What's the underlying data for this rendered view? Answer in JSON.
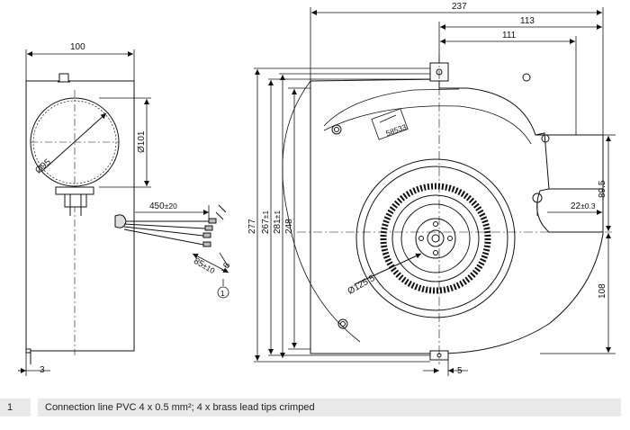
{
  "dimensions": {
    "side_width": "100",
    "side_diameter": "Ø95",
    "side_height": "Ø101",
    "side_offset": "3",
    "cable_length": "450",
    "cable_length_tol": "±20",
    "strip_length": "85",
    "strip_length_tol": "±10",
    "lead_tip": "6",
    "callout": "1",
    "overall_width": "237",
    "width_113": "113",
    "width_111": "111",
    "height_277": "277",
    "height_267": "267",
    "height_267_tol": "±1",
    "height_281": "281",
    "height_281_tol": "±1",
    "height_248": "248",
    "outlet_89": "89.5",
    "outlet_22": "22",
    "outlet_22_tol": "±0.3",
    "bottom_108": "108",
    "wheel_diameter": "Ø125.5",
    "front_offset": "5",
    "label_text": "58533"
  },
  "note": {
    "number": "1",
    "text": "Connection line PVC 4 x 0.5 mm²; 4 x brass lead tips crimped"
  }
}
